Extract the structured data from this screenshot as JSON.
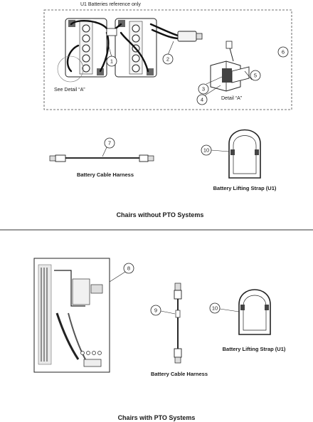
{
  "top_section": {
    "reference_note": "U1 Batteries reference only",
    "see_detail": "See Detail “A”",
    "detail_label": "Detail “A”",
    "cable_caption": "Battery Cable Harness",
    "strap_caption": "Battery Lifting Strap (U1)",
    "section_title": "Chairs without PTO Systems",
    "callouts": [
      "1",
      "2",
      "3",
      "4",
      "5",
      "6",
      "7",
      "10"
    ]
  },
  "bottom_section": {
    "cable_caption": "Battery Cable Harness",
    "strap_caption": "Battery Lifting Strap (U1)",
    "section_title": "Chairs with PTO Systems",
    "callouts": [
      "8",
      "9",
      "10"
    ]
  }
}
